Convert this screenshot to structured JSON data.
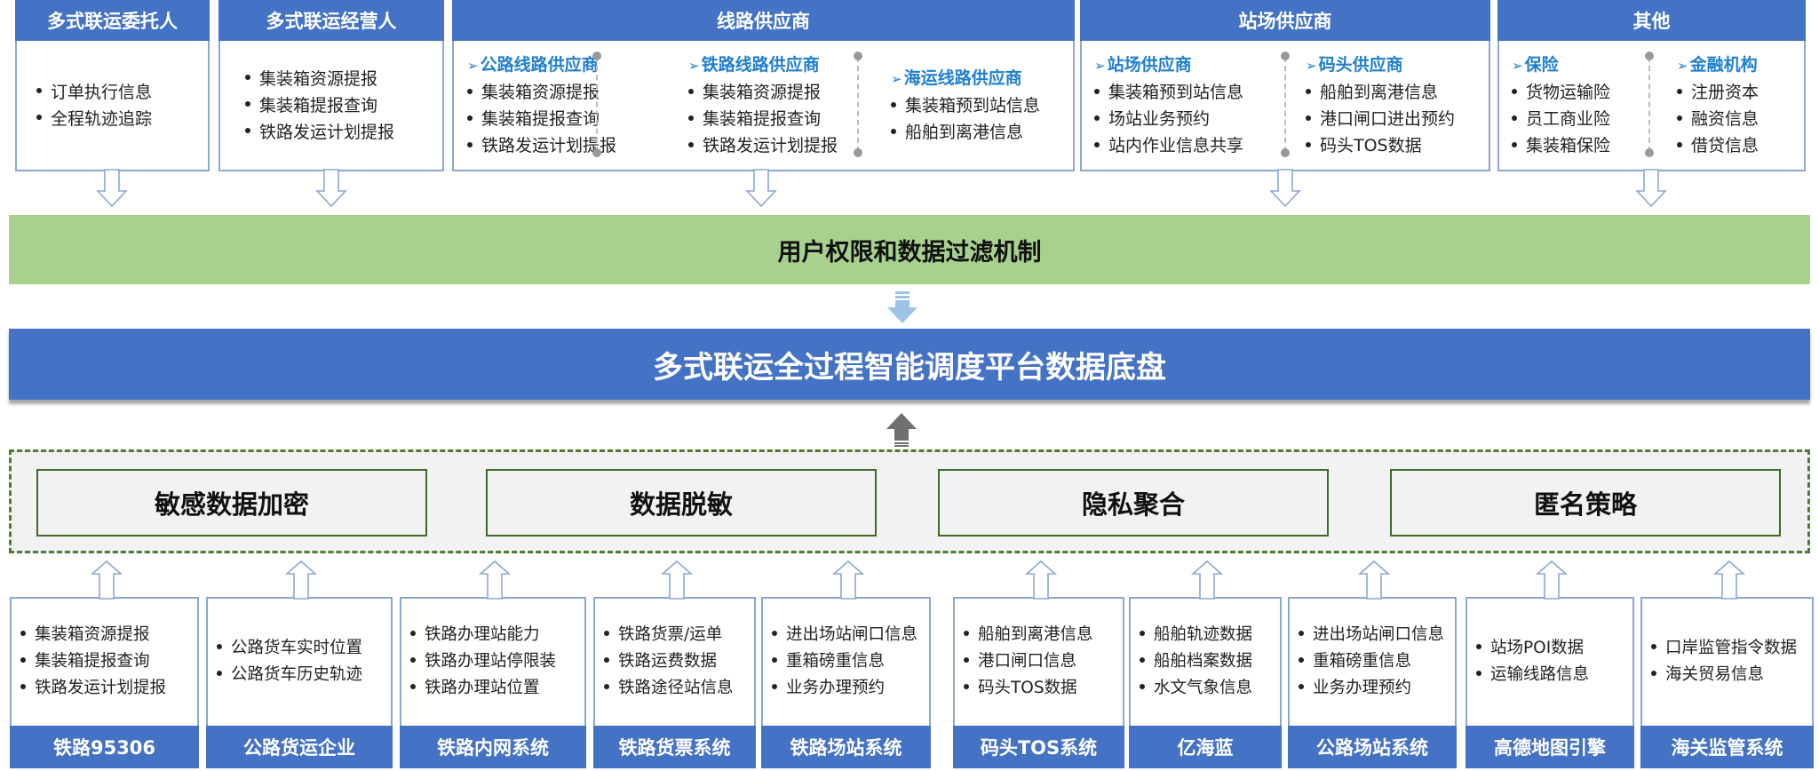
{
  "top": {
    "boxes": [
      {
        "title": "多式联运委托人",
        "columns": [
          {
            "items": [
              "订单执行信息",
              "全程轨迹追踪"
            ]
          }
        ]
      },
      {
        "title": "多式联运经营人",
        "columns": [
          {
            "items": [
              "集装箱资源提报",
              "集装箱提报查询",
              "铁路发运计划提报"
            ]
          }
        ]
      },
      {
        "title": "线路供应商",
        "columns": [
          {
            "subtitle": "公路线路供应商",
            "items": [
              "集装箱资源提报",
              "集装箱提报查询",
              "铁路发运计划提报"
            ]
          },
          {
            "subtitle": "铁路线路供应商",
            "items": [
              "集装箱资源提报",
              "集装箱提报查询",
              "铁路发运计划提报"
            ]
          },
          {
            "subtitle": "海运线路供应商",
            "items": [
              "集装箱预到站信息",
              "船舶到离港信息"
            ]
          }
        ]
      },
      {
        "title": "站场供应商",
        "columns": [
          {
            "subtitle": "站场供应商",
            "items": [
              "集装箱预到站信息",
              "场站业务预约",
              "站内作业信息共享"
            ]
          },
          {
            "subtitle": "码头供应商",
            "items": [
              "船舶到离港信息",
              "港口闸口进出预约",
              "码头TOS数据"
            ]
          }
        ]
      },
      {
        "title": "其他",
        "columns": [
          {
            "subtitle": "保险",
            "items": [
              "货物运输险",
              "员工商业险",
              "集装箱保险"
            ]
          },
          {
            "subtitle": "金融机构",
            "items": [
              "注册资本",
              "融资信息",
              "借贷信息"
            ]
          }
        ]
      }
    ]
  },
  "filter_band": {
    "label": "用户权限和数据过滤机制"
  },
  "platform_bar": {
    "label": "多式联运全过程智能调度平台数据底盘"
  },
  "privacy": {
    "items": [
      "敏感数据加密",
      "数据脱敏",
      "隐私聚合",
      "匿名策略"
    ]
  },
  "sources": [
    {
      "name": "铁路95306",
      "items": [
        "集装箱资源提报",
        "集装箱提报查询",
        "铁路发运计划提报"
      ]
    },
    {
      "name": "公路货运企业",
      "items": [
        "公路货车实时位置",
        "公路货车历史轨迹"
      ]
    },
    {
      "name": "铁路内网系统",
      "items": [
        "铁路办理站能力",
        "铁路办理站停限装",
        "铁路办理站位置"
      ]
    },
    {
      "name": "铁路货票系统",
      "items": [
        "铁路货票/运单",
        "铁路运费数据",
        "铁路途径站信息"
      ]
    },
    {
      "name": "铁路场站系统",
      "items": [
        "进出场站闸口信息",
        "重箱磅重信息",
        "业务办理预约"
      ]
    },
    {
      "name": "码头TOS系统",
      "items": [
        "船舶到离港信息",
        "港口闸口信息",
        "码头TOS数据"
      ]
    },
    {
      "name": "亿海蓝",
      "items": [
        "船舶轨迹数据",
        "船舶档案数据",
        "水文气象信息"
      ]
    },
    {
      "name": "公路场站系统",
      "items": [
        "进出场站闸口信息",
        "重箱磅重信息",
        "业务办理预约"
      ]
    },
    {
      "name": "高德地图引擎",
      "items": [
        "站场POI数据",
        "运输线路信息"
      ]
    },
    {
      "name": "海关监管系统",
      "items": [
        "口岸监管指令数据",
        "海关贸易信息"
      ]
    }
  ],
  "icons": {
    "subtitle_marker": "➢",
    "bullet": "•"
  },
  "colors": {
    "header_blue": "#4472c4",
    "filter_green": "#a9d18e",
    "subtitle_blue": "#1f7fd0",
    "privacy_border": "#3e6b25"
  }
}
